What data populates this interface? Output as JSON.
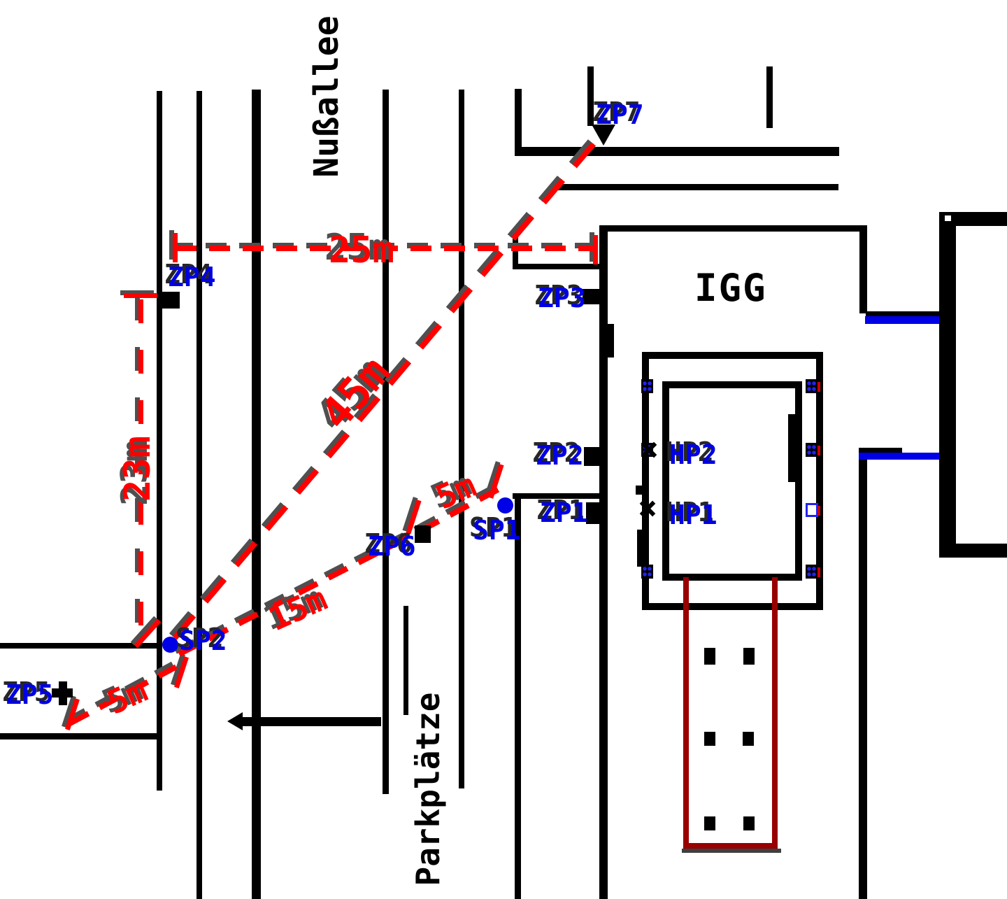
{
  "title": "Site measurement plan",
  "street_labels": {
    "top_vertical": "Nußallee",
    "bottom_vertical": "Parkplätze"
  },
  "building": {
    "name": "IGG"
  },
  "points": {
    "zp1": "ZP1",
    "zp2": "ZP2",
    "zp3": "ZP3",
    "zp4": "ZP4",
    "zp5": "ZP5",
    "zp6": "ZP6",
    "zp7": "ZP7",
    "sp1": "SP1",
    "sp2": "SP2",
    "hp1": "HP1",
    "hp2": "HP2"
  },
  "measurements": {
    "m25": "25m",
    "m45": "45m",
    "m23": "23m",
    "m15": "15m",
    "m5_top": "5m",
    "m5_bottom": "5m"
  },
  "colors": {
    "dimension_red": "#ff0000",
    "label_blue": "#0000e6",
    "wall_black": "#000000",
    "foundation_maroon": "#990000",
    "shadow_gray": "#4f4f4f"
  }
}
